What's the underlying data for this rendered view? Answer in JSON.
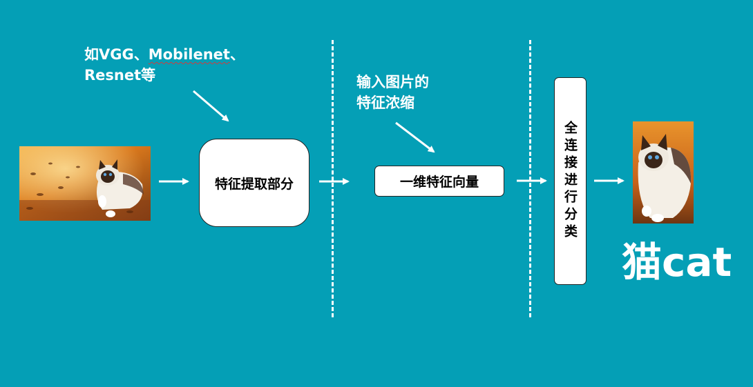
{
  "colors": {
    "background": "#049fb6",
    "box_fill": "#ffffff",
    "text_light": "#ffffff",
    "text_dark": "#000000",
    "spellcheck_underline": "#d23c3c"
  },
  "annotations": {
    "backbone_prefix": "如VGG、",
    "backbone_model": "Mobilenet",
    "backbone_sep": "、",
    "backbone_line2": "Resnet等",
    "condense_line1": "输入图片的",
    "condense_line2": "特征浓缩"
  },
  "boxes": {
    "feature_extraction": "特征提取部分",
    "feature_vector": "一维特征向量",
    "fully_connected": "全连接进行分类"
  },
  "result": {
    "label": "猫cat"
  },
  "images": {
    "input_image": "cat photo (Birman cat on autumn leaves)",
    "output_image": "cat photo (classified)"
  }
}
